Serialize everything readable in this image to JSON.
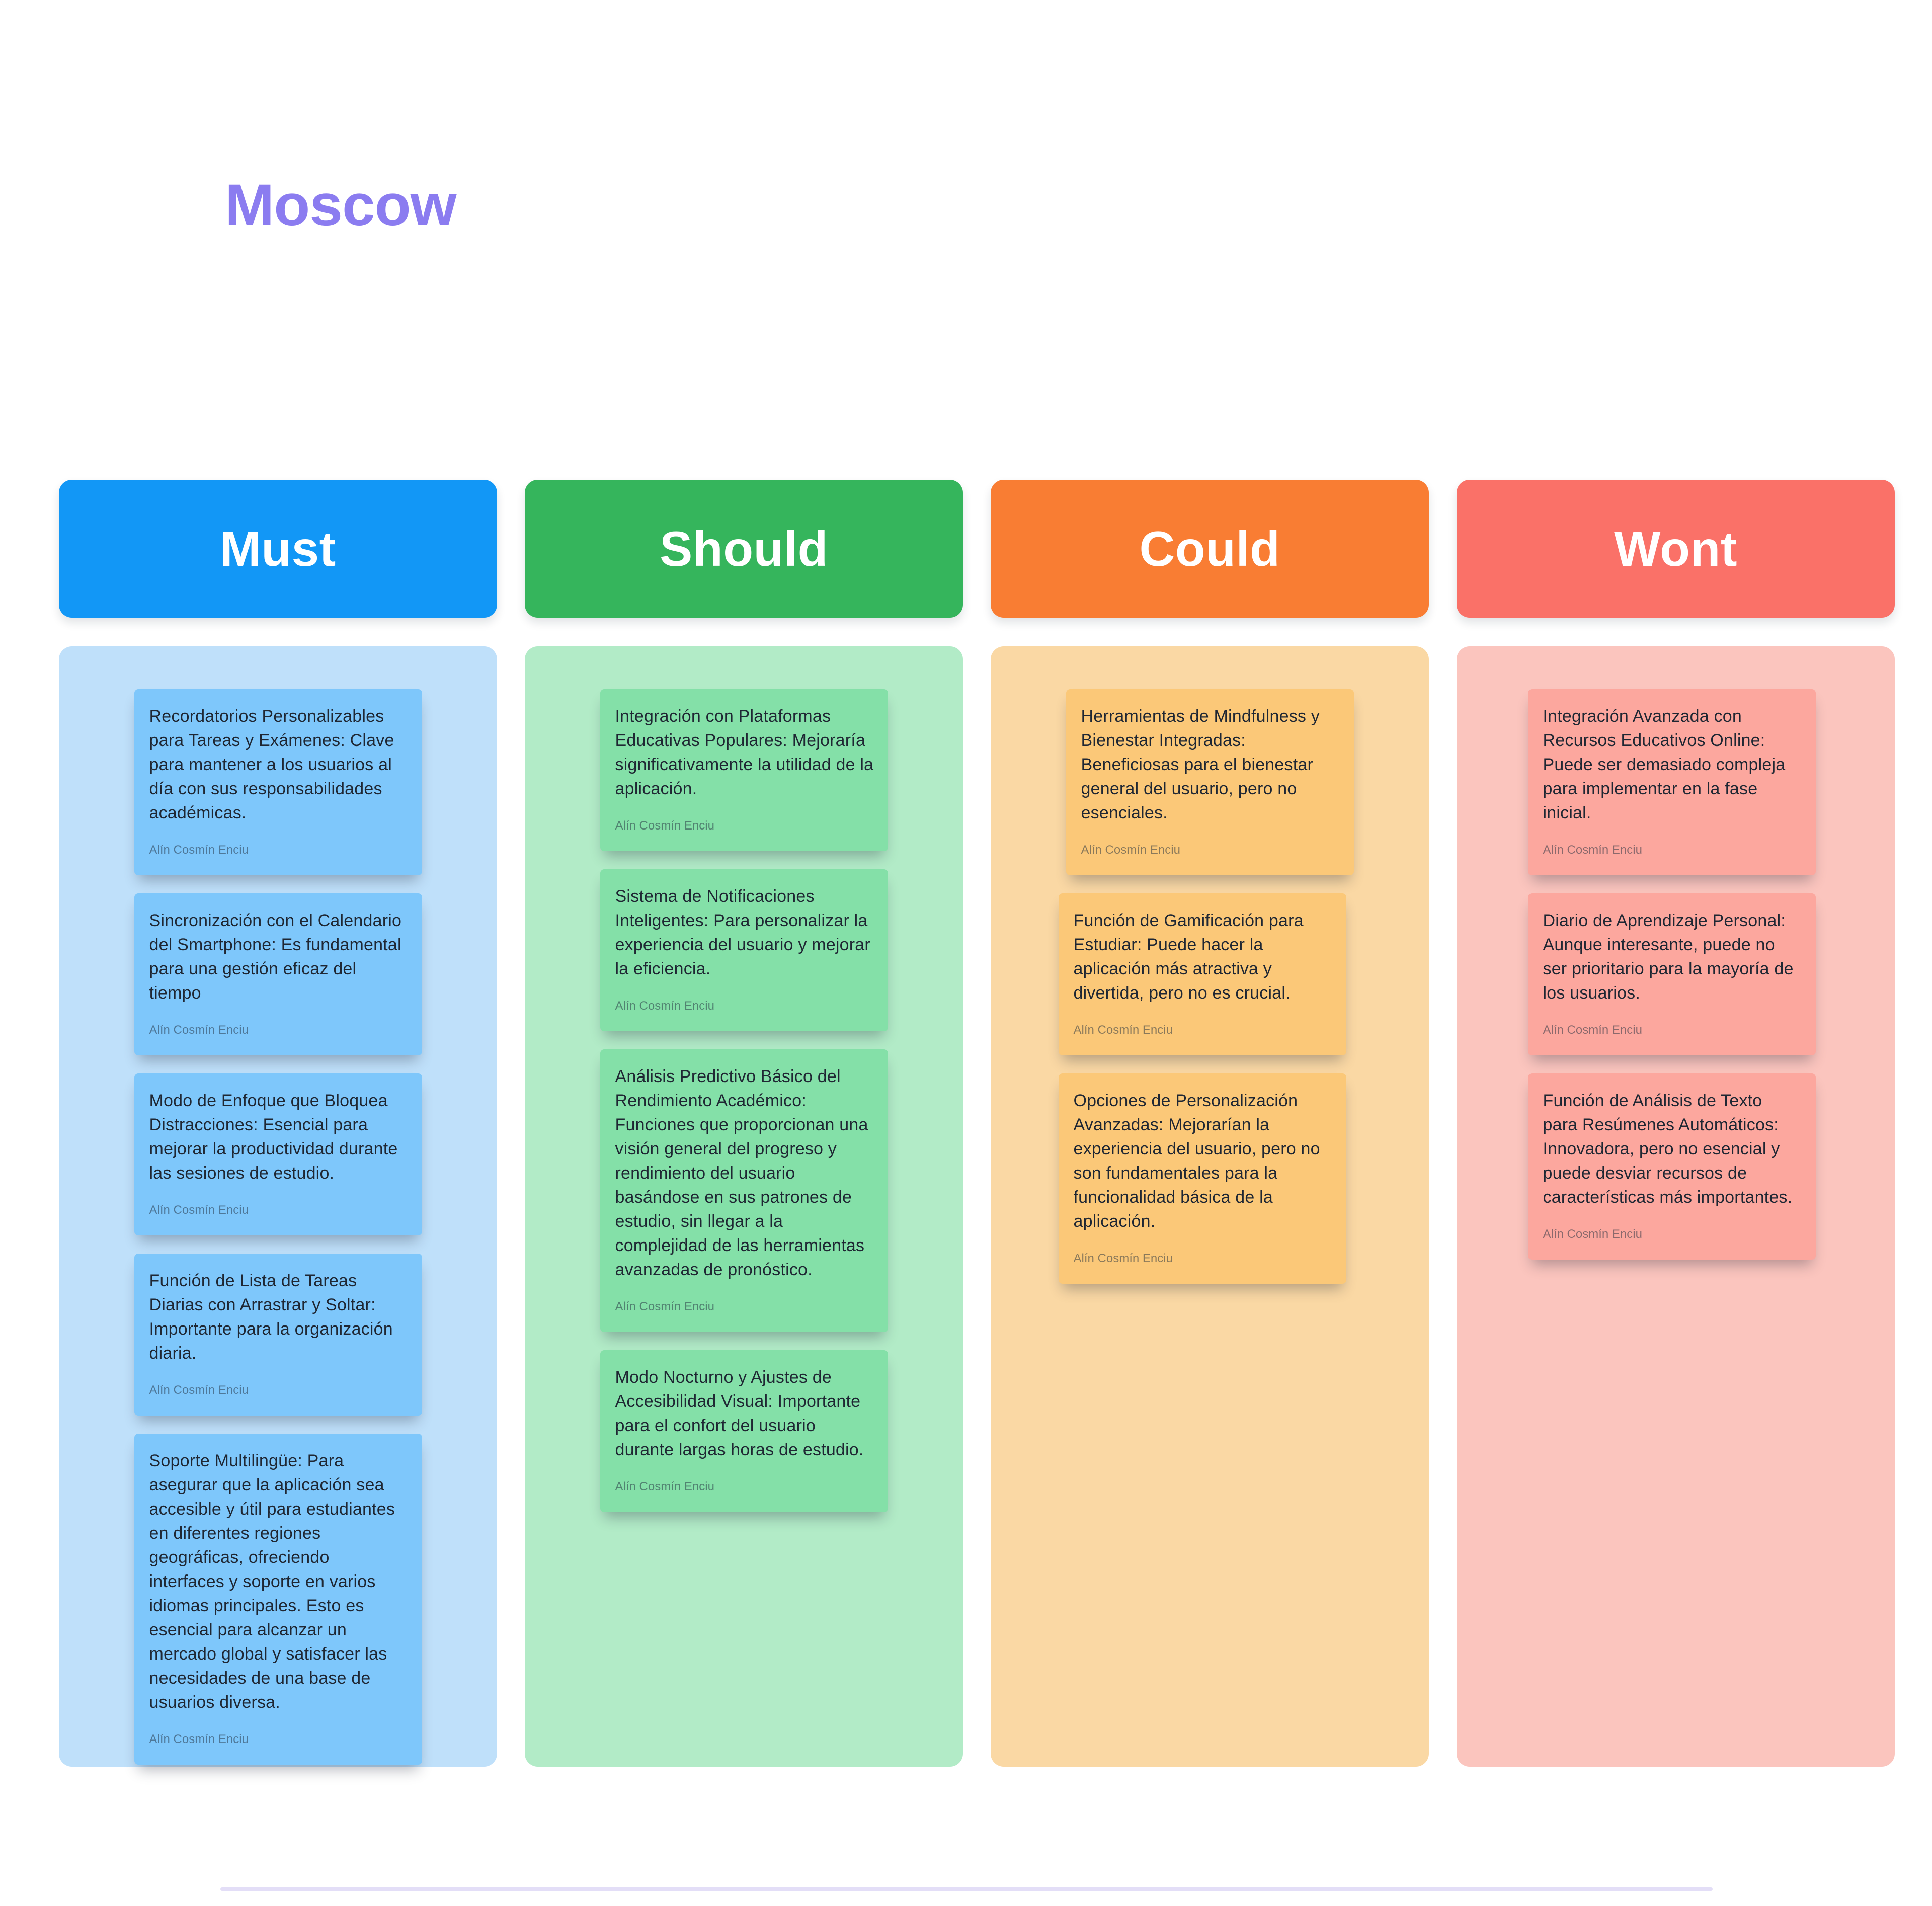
{
  "board": {
    "title": "Moscow",
    "title_color": "#8b7cf0",
    "divider_color": "#e3def7"
  },
  "columns": [
    {
      "id": "must",
      "label": "Must",
      "header_color": "#1297f6",
      "body_color": "#bfe0fa",
      "card_color": "#7ec7fb",
      "cards": [
        {
          "text": "Recordatorios Personalizables para Tareas y Exámenes: Clave para mantener a los usuarios al día con sus responsabilidades académicas.",
          "author": "Alín Cosmín Enciu"
        },
        {
          "text": "Sincronización con el Calendario del Smartphone: Es fundamental para una gestión eficaz del tiempo",
          "author": "Alín Cosmín Enciu"
        },
        {
          "text": "Modo de Enfoque que Bloquea Distracciones: Esencial para mejorar la productividad durante las sesiones de estudio.",
          "author": "Alín Cosmín Enciu"
        },
        {
          "text": "Función de Lista de Tareas Diarias con Arrastrar y Soltar: Importante para la organización diaria.",
          "author": "Alín Cosmín Enciu"
        },
        {
          "text": "Soporte Multilingüe: Para asegurar que la aplicación sea accesible y útil para estudiantes en diferentes regiones geográficas, ofreciendo interfaces y soporte en varios idiomas principales. Esto es esencial para alcanzar un mercado global y satisfacer las necesidades de una base de usuarios diversa.",
          "author": "Alín Cosmín Enciu"
        }
      ]
    },
    {
      "id": "should",
      "label": "Should",
      "header_color": "#35b55c",
      "body_color": "#b2ebc7",
      "card_color": "#84e0a8",
      "cards": [
        {
          "text": "Integración con Plataformas Educativas Populares: Mejoraría significativamente la utilidad de la aplicación.",
          "author": "Alín Cosmín Enciu"
        },
        {
          "text": "Sistema de Notificaciones Inteligentes: Para personalizar la experiencia del usuario y mejorar la eficiencia.",
          "author": "Alín Cosmín Enciu"
        },
        {
          "text": "Análisis Predictivo Básico del Rendimiento Académico: Funciones que proporcionan una visión general del progreso y rendimiento del usuario basándose en sus patrones de estudio, sin llegar a la complejidad de las herramientas avanzadas de pronóstico.",
          "author": "Alín Cosmín Enciu"
        },
        {
          "text": "Modo Nocturno y Ajustes de Accesibilidad Visual: Importante para el confort del usuario durante largas horas de estudio.",
          "author": "Alín Cosmín Enciu"
        }
      ]
    },
    {
      "id": "could",
      "label": "Could",
      "header_color": "#f97d33",
      "body_color": "#fad8a4",
      "card_color": "#fbc878",
      "cards": [
        {
          "text": "Herramientas de Mindfulness y Bienestar Integradas: Beneficiosas para el bienestar general del usuario, pero no esenciales.",
          "author": "Alín Cosmín Enciu"
        },
        {
          "text": "Función de Gamificación para Estudiar: Puede hacer la aplicación más atractiva y divertida, pero no es crucial.",
          "author": "Alín Cosmín Enciu"
        },
        {
          "text": "Opciones de Personalización Avanzadas: Mejorarían la experiencia del usuario, pero no son fundamentales para la funcionalidad básica de la aplicación.",
          "author": "Alín Cosmín Enciu"
        }
      ]
    },
    {
      "id": "wont",
      "label": "Wont",
      "header_color": "#fa7168",
      "body_color": "#fbc5be",
      "card_color": "#fca79e",
      "cards": [
        {
          "text": "Integración Avanzada con Recursos Educativos Online: Puede ser demasiado compleja para implementar en la fase inicial.",
          "author": "Alín Cosmín Enciu"
        },
        {
          "text": "Diario de Aprendizaje Personal: Aunque interesante, puede no ser prioritario para la mayoría de los usuarios.",
          "author": "Alín Cosmín Enciu"
        },
        {
          "text": "Función de Análisis de Texto para Resúmenes Automáticos: Innovadora, pero no esencial y puede desviar recursos de características más importantes.",
          "author": "Alín Cosmín Enciu"
        }
      ]
    }
  ]
}
